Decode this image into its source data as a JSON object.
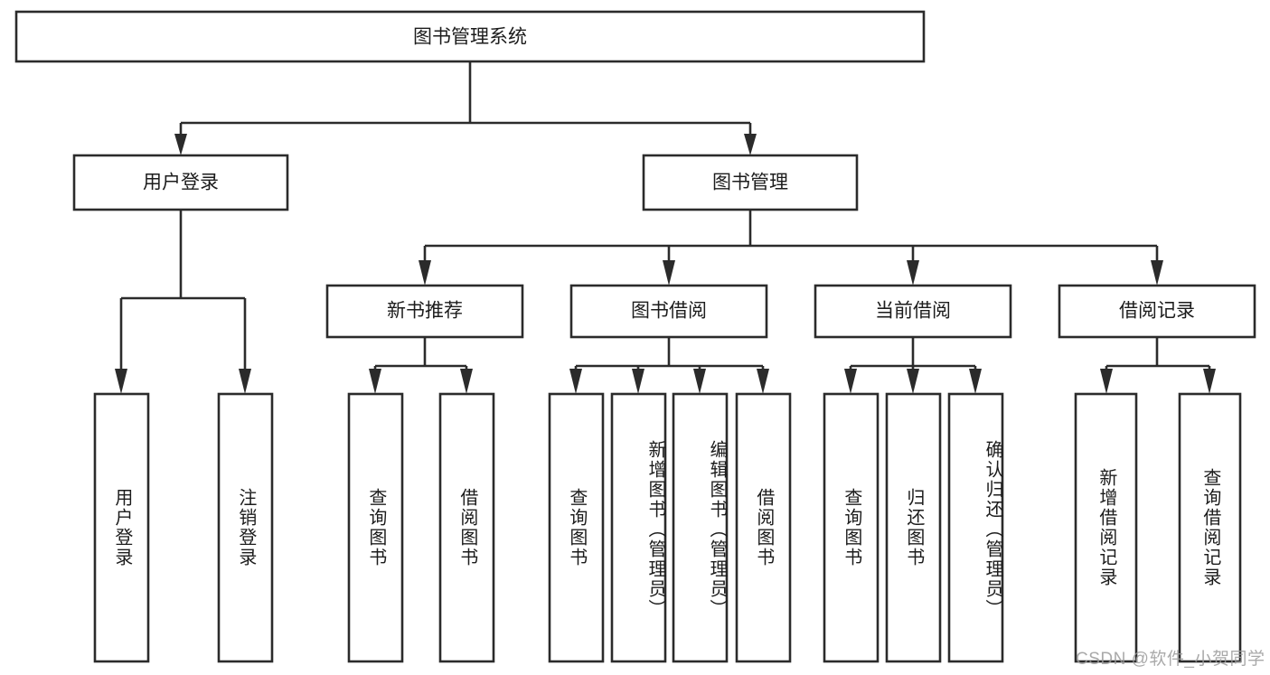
{
  "diagram": {
    "type": "tree-hierarchy",
    "orientation": "top-down",
    "style": {
      "box_fill": "#ffffff",
      "box_stroke": "#2b2b2b",
      "line_color": "#2b2b2b",
      "text_color": "#1c1c1c",
      "background": "#ffffff",
      "watermark_color": "#9b9b9b"
    },
    "root": {
      "id": "root",
      "label": "图书管理系统"
    },
    "level2": [
      {
        "id": "user-login",
        "label": "用户登录"
      },
      {
        "id": "book-management",
        "label": "图书管理"
      }
    ],
    "level3": [
      {
        "id": "new-book-recommend",
        "label": "新书推荐",
        "parent": "book-management"
      },
      {
        "id": "book-borrow",
        "label": "图书借阅",
        "parent": "book-management"
      },
      {
        "id": "current-borrow",
        "label": "当前借阅",
        "parent": "book-management"
      },
      {
        "id": "borrow-record",
        "label": "借阅记录",
        "parent": "book-management"
      }
    ],
    "leaves": [
      {
        "id": "leaf-user-login",
        "label": "用户登录",
        "parent": "user-login"
      },
      {
        "id": "leaf-logout-login",
        "label": "注销登录",
        "parent": "user-login"
      },
      {
        "id": "leaf-query-book-1",
        "label": "查询图书",
        "parent": "new-book-recommend"
      },
      {
        "id": "leaf-borrow-book-1",
        "label": "借阅图书",
        "parent": "new-book-recommend"
      },
      {
        "id": "leaf-query-book-2",
        "label": "查询图书",
        "parent": "book-borrow"
      },
      {
        "id": "leaf-add-book-admin",
        "label": "新增图书（管理员）",
        "parent": "book-borrow"
      },
      {
        "id": "leaf-edit-book-admin",
        "label": "编辑图书（管理员）",
        "parent": "book-borrow"
      },
      {
        "id": "leaf-borrow-book-2",
        "label": "借阅图书",
        "parent": "book-borrow"
      },
      {
        "id": "leaf-query-book-3",
        "label": "查询图书",
        "parent": "current-borrow"
      },
      {
        "id": "leaf-return-book",
        "label": "归还图书",
        "parent": "current-borrow"
      },
      {
        "id": "leaf-confirm-return-admin",
        "label": "确认归还（管理员）",
        "parent": "current-borrow"
      },
      {
        "id": "leaf-add-borrow-record",
        "label": "新增借阅记录",
        "parent": "borrow-record"
      },
      {
        "id": "leaf-query-borrow-record",
        "label": "查询借阅记录",
        "parent": "borrow-record"
      }
    ]
  },
  "watermark": {
    "text": "CSDN @软件_小贺同学"
  }
}
